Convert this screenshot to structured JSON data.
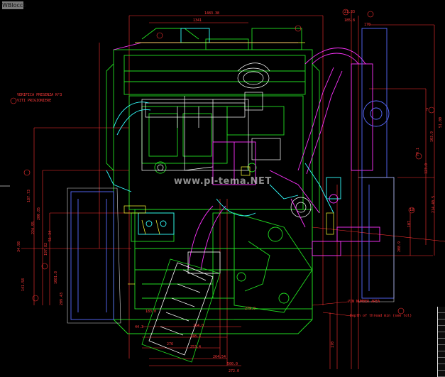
{
  "viewport": {
    "tab_label": "WBlocco"
  },
  "watermark": "www.pl-tema.NET",
  "notes": {
    "line1": "VERIFICA PRESENZA N°3",
    "line2": "VITI PRIGIONIERE"
  },
  "callouts": {
    "vin": "VIN NUMBER AREA",
    "thread": "Depth of thread min (see tol)"
  },
  "top_dims": [
    "1483.38",
    "1341",
    "21.33",
    "185.8",
    "170"
  ],
  "left_dims": [
    "187.73",
    "224.95",
    "200.85",
    "197.82",
    "51.34",
    "1081.8",
    "209.43",
    "141.58",
    "34.98"
  ],
  "right_dims": [
    "103.9",
    "123.0",
    "214.40.5",
    "107",
    "208.9",
    "51.00",
    "79.1",
    "7",
    "18",
    "170"
  ],
  "bottom_dims": [
    "264.0",
    "248.3",
    "253.4",
    "276",
    "264.54",
    "500.0",
    "272.0",
    "279.0",
    "183.0",
    "44.3"
  ],
  "colors": {
    "green": "#22dd22",
    "magenta": "#ff33ff",
    "cyan": "#33ffff",
    "red": "#ff3333",
    "yellow": "#ffff33",
    "white": "#ffffff",
    "blue": "#3344ff"
  }
}
